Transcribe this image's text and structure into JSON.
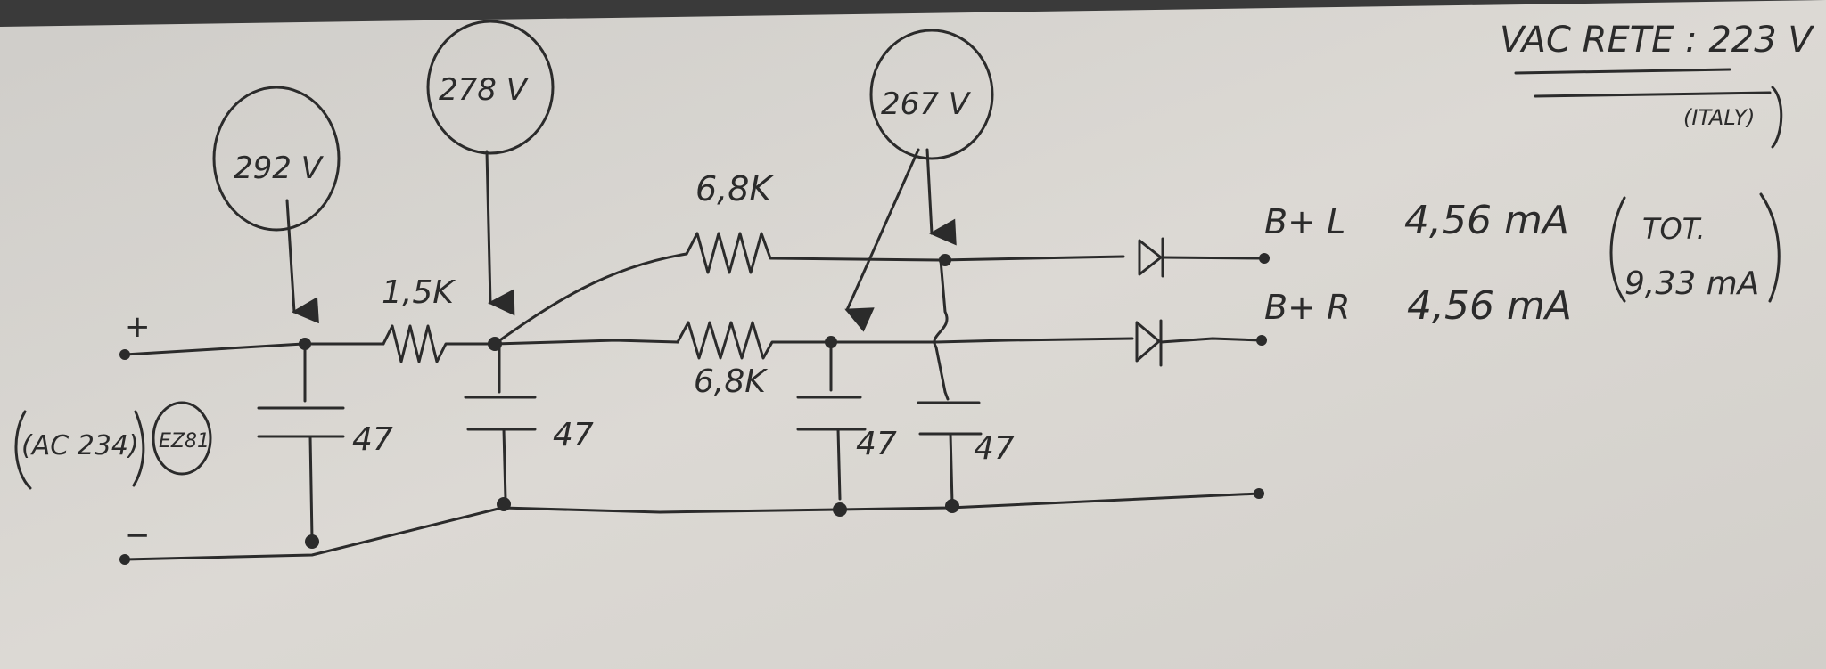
{
  "header": {
    "mains_line": "VAC RETE : 223 V",
    "country": "(ITALY)"
  },
  "measurements": {
    "v1": "292 V",
    "v2": "278 V",
    "v3": "267 V"
  },
  "components": {
    "r1": "1,5K",
    "r2": "6,8K",
    "r3": "6,8K",
    "c1": "47",
    "c2": "47",
    "c3": "47",
    "c4": "47"
  },
  "input": {
    "plus": "+",
    "minus": "−",
    "source": "(AC 234)",
    "tube": "EZ81"
  },
  "outputs": {
    "left_label": "B+ L",
    "left_current": "4,56 mA",
    "right_label": "B+ R",
    "right_current": "4,56 mA",
    "total_label": "TOT.",
    "total_current": "9,33 mA"
  },
  "colors": {
    "paper": "#d9d6d1",
    "ink": "#2b2b2b"
  }
}
